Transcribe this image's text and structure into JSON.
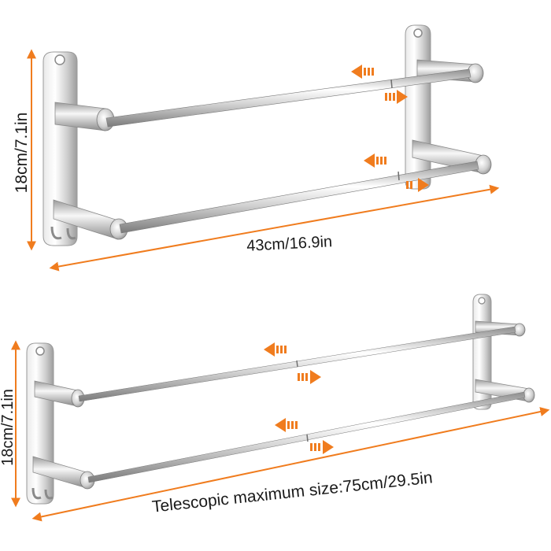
{
  "top_rack": {
    "height_label": "18cm/7.1in",
    "width_label": "43cm/16.9in"
  },
  "bottom_rack": {
    "height_label": "18cm/7.1in",
    "width_label": "Telescopic maximum size:75cm/29.5in"
  },
  "colors": {
    "accent": "#f07c1e",
    "steel_light": "#f2f2f2",
    "steel_mid": "#c9c9c9",
    "steel_dark": "#8a8a8a"
  }
}
